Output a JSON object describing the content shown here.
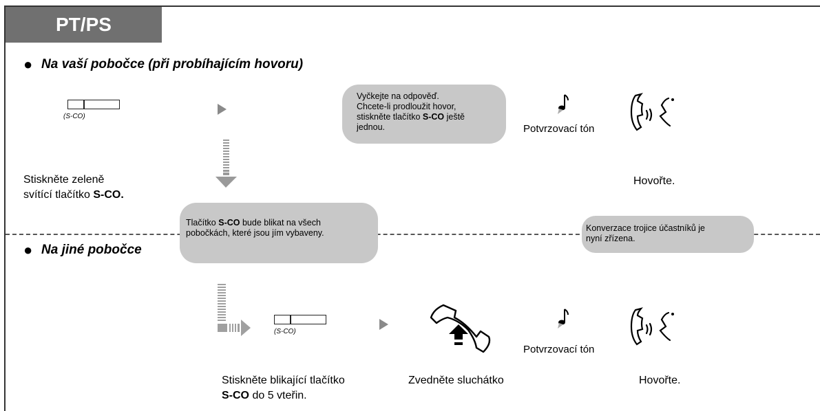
{
  "tab": {
    "label": "PT/PS"
  },
  "own_extension": {
    "heading": "Na vaší pobočce (při probíhajícím hovoru)",
    "key_label": "(S-CO)",
    "step1": {
      "line1": "Stiskněte zeleně",
      "line2_prefix": "svítící tlačítko ",
      "line2_bold": "S-CO."
    },
    "bubble_wait": {
      "line1": "Vyčkejte na odpověď.",
      "line2": "Chcete-li prodloužit hovor,",
      "line3_prefix": "stiskněte tlačítko ",
      "line3_bold": "S-CO",
      "line3_suffix": " ještě",
      "line4": "jednou."
    },
    "tone_label": "Potvrzovací tón",
    "talk_label": "Hovořte."
  },
  "bubble_flash": {
    "line1_prefix": "Tlačítko ",
    "line1_bold": "S-CO",
    "line1_suffix": " bude blikat na všech",
    "line2": "pobočkách, které jsou jím vybaveny."
  },
  "bubble_conference": {
    "line1": "Konverzace trojice účastníků je",
    "line2": "nyní zřízena."
  },
  "other_extension": {
    "heading": "Na jiné pobočce",
    "key_label": "(S-CO)",
    "step1": {
      "line1": "Stiskněte blikající tlačítko",
      "line2_bold": "S-CO",
      "line2_suffix": " do 5 vteřin."
    },
    "step2": {
      "label": "Zvedněte sluchátko"
    },
    "tone_label": "Potvrzovací tón",
    "talk_label": "Hovořte."
  },
  "icons": {
    "key": "s-co-key-icon",
    "arrow": "play-arrow-icon",
    "tone": "music-note-icon",
    "talk": "talking-handset-icon",
    "offhook": "handset-offhook-icon"
  },
  "colors": {
    "tab": "#707070",
    "bubble": "#c8c8c8",
    "arrow": "#8a8a8a"
  }
}
